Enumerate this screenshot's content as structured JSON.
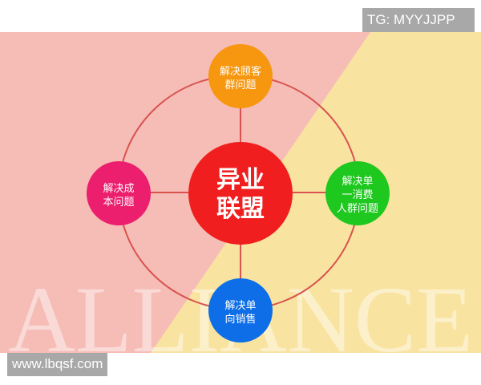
{
  "watermark_top": "TG: MYYJJPP",
  "watermark_bottom": "www.lbqsf.com",
  "background_text": "ALLIANCE",
  "colors": {
    "pink_bg": "#f6bcb6",
    "yellow_bg": "#f9e3a0",
    "ring": "#d9534f",
    "center": "#f01e1e",
    "top": "#f7960f",
    "left": "#ec1e6e",
    "right": "#1ec81e",
    "bottom": "#0d6ee8"
  },
  "center": {
    "lines": [
      "异业",
      "联盟"
    ]
  },
  "nodes": {
    "top": {
      "lines": [
        "解决顾客",
        "群问题"
      ]
    },
    "left": {
      "lines": [
        "解决成",
        "本问题"
      ]
    },
    "right": {
      "lines": [
        "解决单",
        "一消费",
        "人群问题"
      ]
    },
    "bottom": {
      "lines": [
        "解决单",
        "向销售"
      ]
    }
  }
}
